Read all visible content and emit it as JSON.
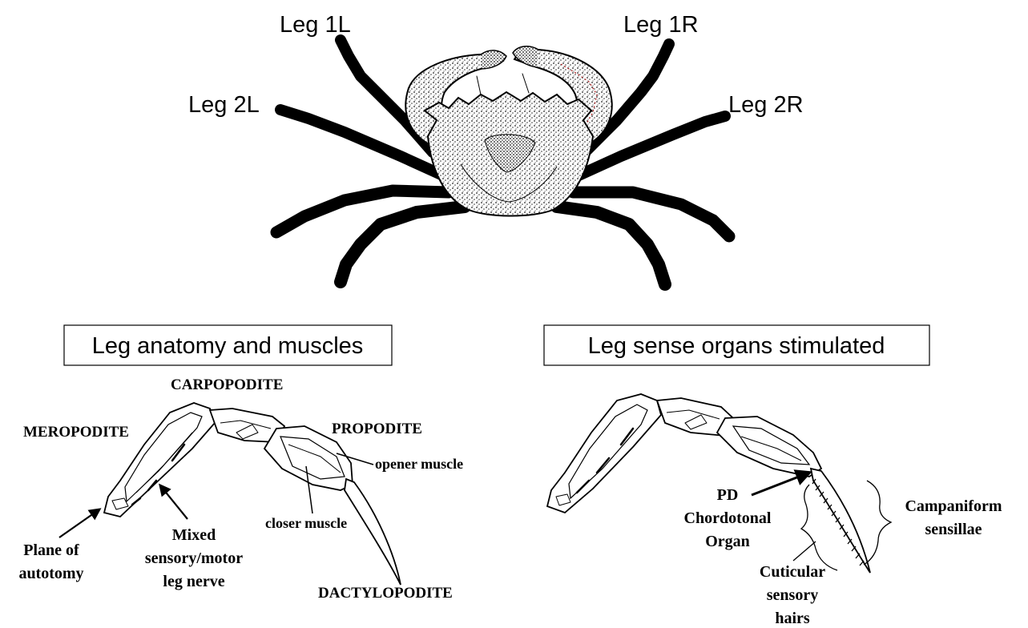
{
  "crab": {
    "leg_1l": "Leg 1L",
    "leg_1r": "Leg 1R",
    "leg_2l": "Leg 2L",
    "leg_2r": "Leg 2R"
  },
  "left_panel": {
    "title": "Leg anatomy and muscles",
    "carpopodite": "CARPOPODITE",
    "meropodite": "MEROPODITE",
    "propodite": "PROPODITE",
    "opener_muscle": "opener muscle",
    "closer_muscle": "closer muscle",
    "dactylopodite": "DACTYLOPODITE",
    "plane_line1": "Plane of",
    "plane_line2": "autotomy",
    "nerve_line1": "Mixed",
    "nerve_line2": "sensory/motor",
    "nerve_line3": "leg nerve"
  },
  "right_panel": {
    "title": "Leg sense organs stimulated",
    "pd_line1": "PD",
    "pd_line2": "Chordotonal",
    "pd_line3": "Organ",
    "camp_line1": "Campaniform",
    "camp_line2": "sensillae",
    "hairs_line1": "Cuticular",
    "hairs_line2": "sensory",
    "hairs_line3": "hairs"
  }
}
